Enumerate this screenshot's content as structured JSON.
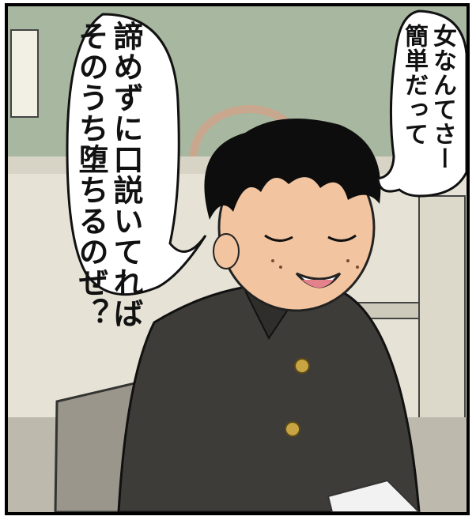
{
  "speech_bubbles": [
    {
      "lines": [
        "諦めずに口説いてれば",
        "そのうち堕ちるのぜ？"
      ]
    },
    {
      "lines": [
        "女なんてさー",
        "簡単だって"
      ]
    }
  ],
  "colors": {
    "blackboard": "#a7b7a0",
    "wall": "#e6e3d6",
    "uniform": "#3d3c39",
    "hair": "#0d0d0d",
    "skin": "#f2c4a0",
    "button": "#c8a442"
  }
}
